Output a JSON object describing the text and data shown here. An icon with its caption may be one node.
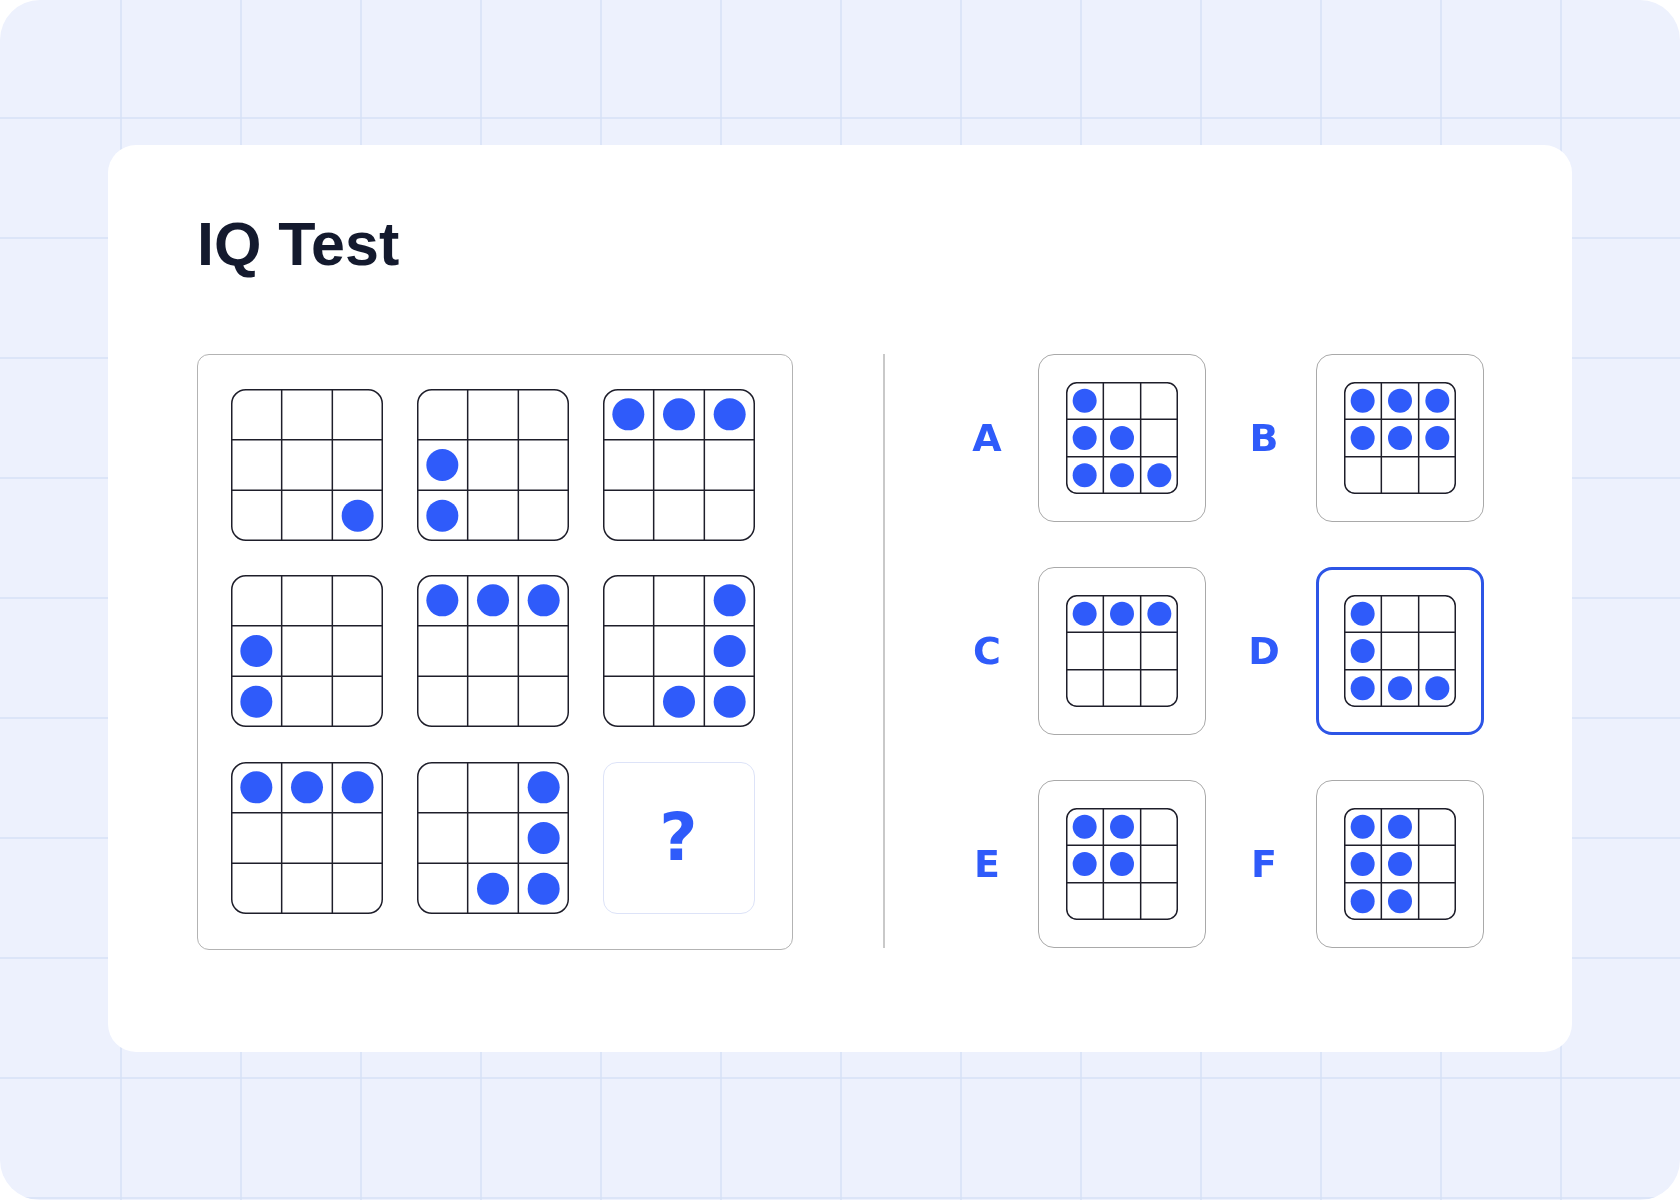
{
  "diagram": {
    "title": "IQ Test",
    "nodes": [
      {
        "text": [],
        "shape": "box"
      },
      {
        "text": [],
        "shape": "box",
        "in": 0
      },
      {
        "text": [],
        "shape": "box",
        "in": 0
      },
      {
        "text": [],
        "shape": "box",
        "in": 0
      },
      {
        "text": [],
        "shape": "box",
        "in": 0
      },
      {
        "text": [],
        "shape": "box",
        "in": 0
      },
      {
        "text": [],
        "shape": "box",
        "in": 0
      },
      {
        "text": [],
        "shape": "box",
        "in": 0
      },
      {
        "text": [],
        "shape": "box",
        "in": 0
      },
      {
        "text": [
          "?"
        ],
        "in": 0
      },
      {
        "text": [],
        "shape": "box",
        "beside": [
          "A"
        ]
      },
      {
        "text": [],
        "shape": "box",
        "beside": [
          "B"
        ]
      },
      {
        "text": [],
        "shape": "box",
        "beside": [
          "C"
        ]
      },
      {
        "text": [],
        "shape": "box",
        "beside": [
          "D"
        ]
      },
      {
        "text": [],
        "shape": "box",
        "beside": [
          "E"
        ]
      },
      {
        "text": [],
        "shape": "box",
        "beside": [
          "F"
        ]
      }
    ]
  }
}
